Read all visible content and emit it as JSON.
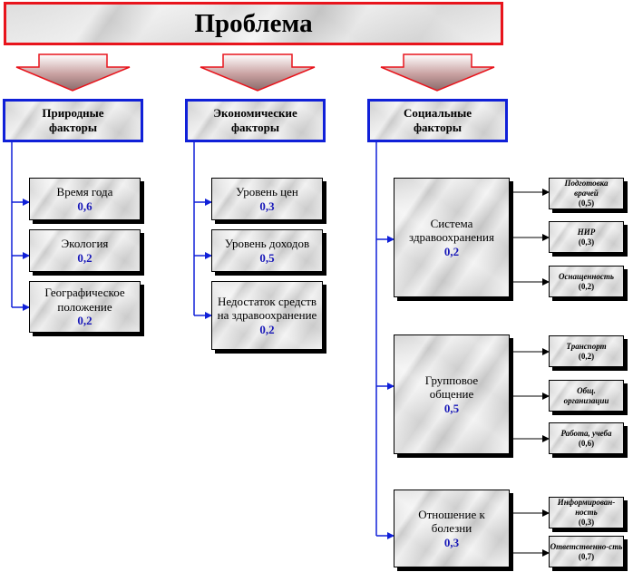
{
  "title": "Проблема",
  "categories": [
    {
      "id": "nature",
      "label": [
        "Природные",
        "факторы"
      ],
      "factors": [
        {
          "label": "Время года",
          "value": "0,6"
        },
        {
          "label": "Экология",
          "value": "0,2"
        },
        {
          "label": "Географическое положение",
          "value": "0,2"
        }
      ]
    },
    {
      "id": "economy",
      "label": [
        "Экономические",
        "факторы"
      ],
      "factors": [
        {
          "label": "Уровень цен",
          "value": "0,3"
        },
        {
          "label": "Уровень доходов",
          "value": "0,5"
        },
        {
          "label": "Недостаток средств на здравоохранение",
          "value": "0,2"
        }
      ]
    },
    {
      "id": "social",
      "label": [
        "Социальные",
        "факторы"
      ],
      "groups": [
        {
          "label": "Система здравоохранения",
          "value": "0,2",
          "items": [
            {
              "label": "Подготовка врачей",
              "value": "(0,5)"
            },
            {
              "label": "НИР",
              "value": "(0,3)"
            },
            {
              "label": "Оснащенность",
              "value": "(0,2)"
            }
          ]
        },
        {
          "label": "Групповое общение",
          "value": "0,5",
          "items": [
            {
              "label": "Транспорт",
              "value": "(0,2)"
            },
            {
              "label": "Общ. организации",
              "value": ""
            },
            {
              "label": "Работа, учеба",
              "value": "(0,6)"
            }
          ]
        },
        {
          "label": "Отношение к болезни",
          "value": "0,3",
          "items": [
            {
              "label": "Информирован-ность",
              "value": "(0,3)"
            },
            {
              "label": "Ответственно-сть",
              "value": "(0,7)"
            }
          ]
        }
      ]
    }
  ],
  "colors": {
    "title_border": "#e8141c",
    "category_border": "#1020d8",
    "value_text": "#1818b8",
    "connector": "#1020d8"
  }
}
